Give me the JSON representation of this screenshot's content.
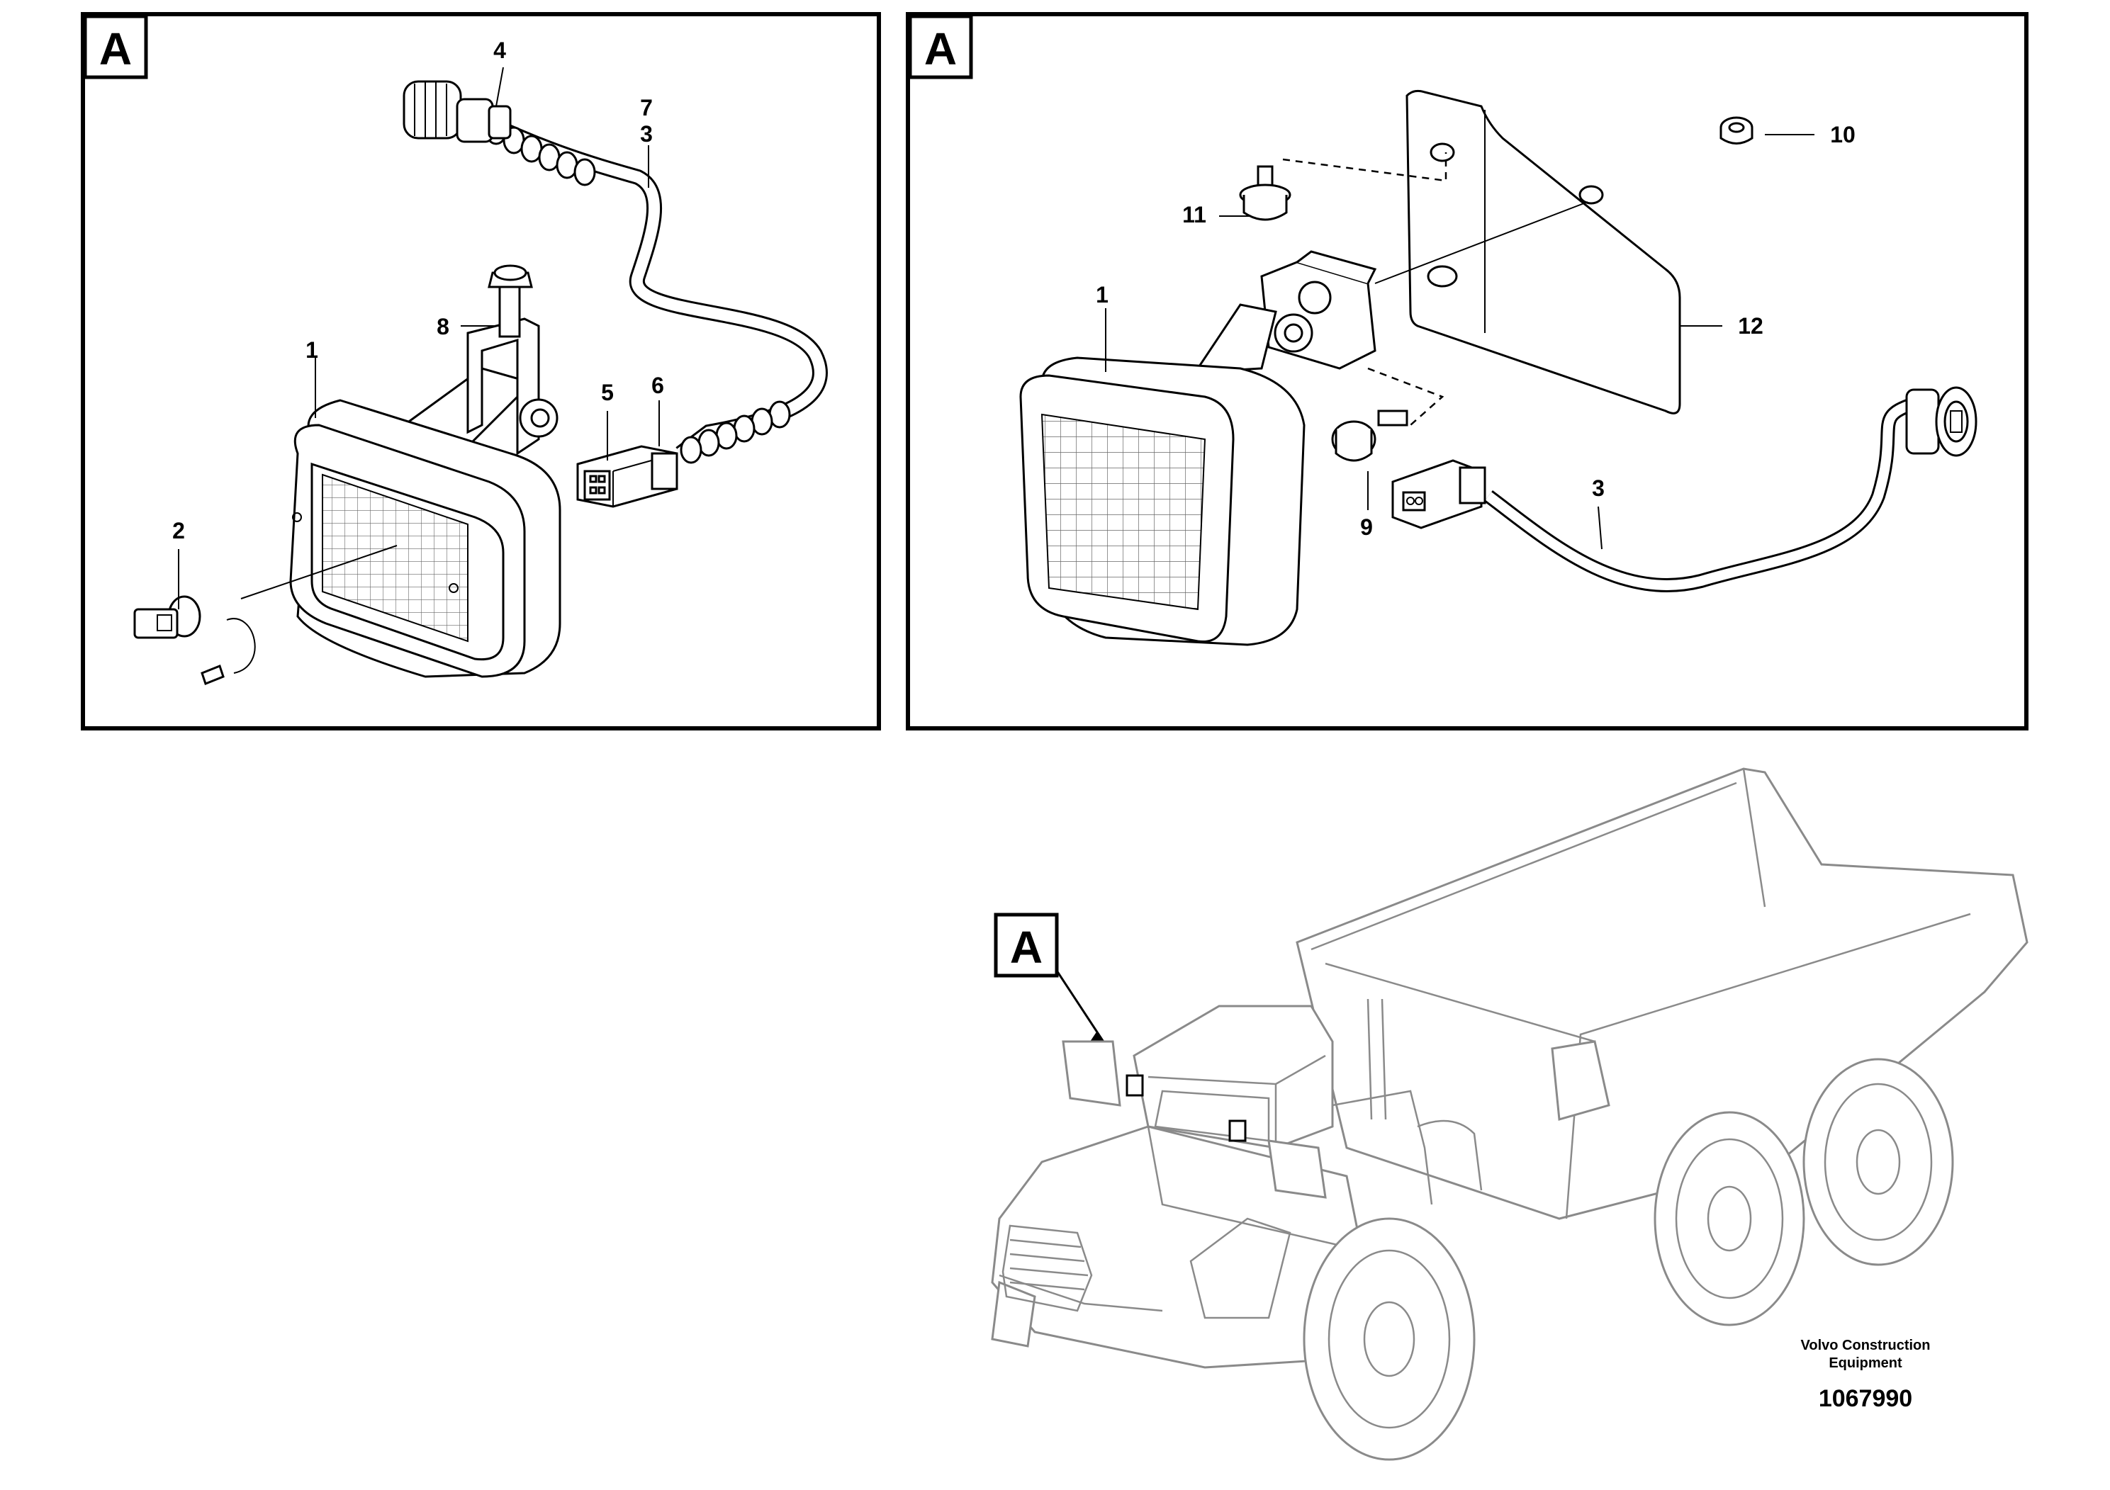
{
  "panels": {
    "left": {
      "tag": "A",
      "callouts": {
        "c1": "1",
        "c2": "2",
        "c3": "3",
        "c4": "4",
        "c5": "5",
        "c6": "6",
        "c7": "7",
        "c8": "8"
      }
    },
    "right": {
      "tag": "A",
      "callouts": {
        "c1": "1",
        "c3": "3",
        "c9": "9",
        "c10": "10",
        "c11": "11",
        "c12": "12"
      }
    }
  },
  "overview": {
    "tag": "A"
  },
  "footer": {
    "company_line1": "Volvo Construction",
    "company_line2": "Equipment",
    "drawing_number": "1067990"
  }
}
